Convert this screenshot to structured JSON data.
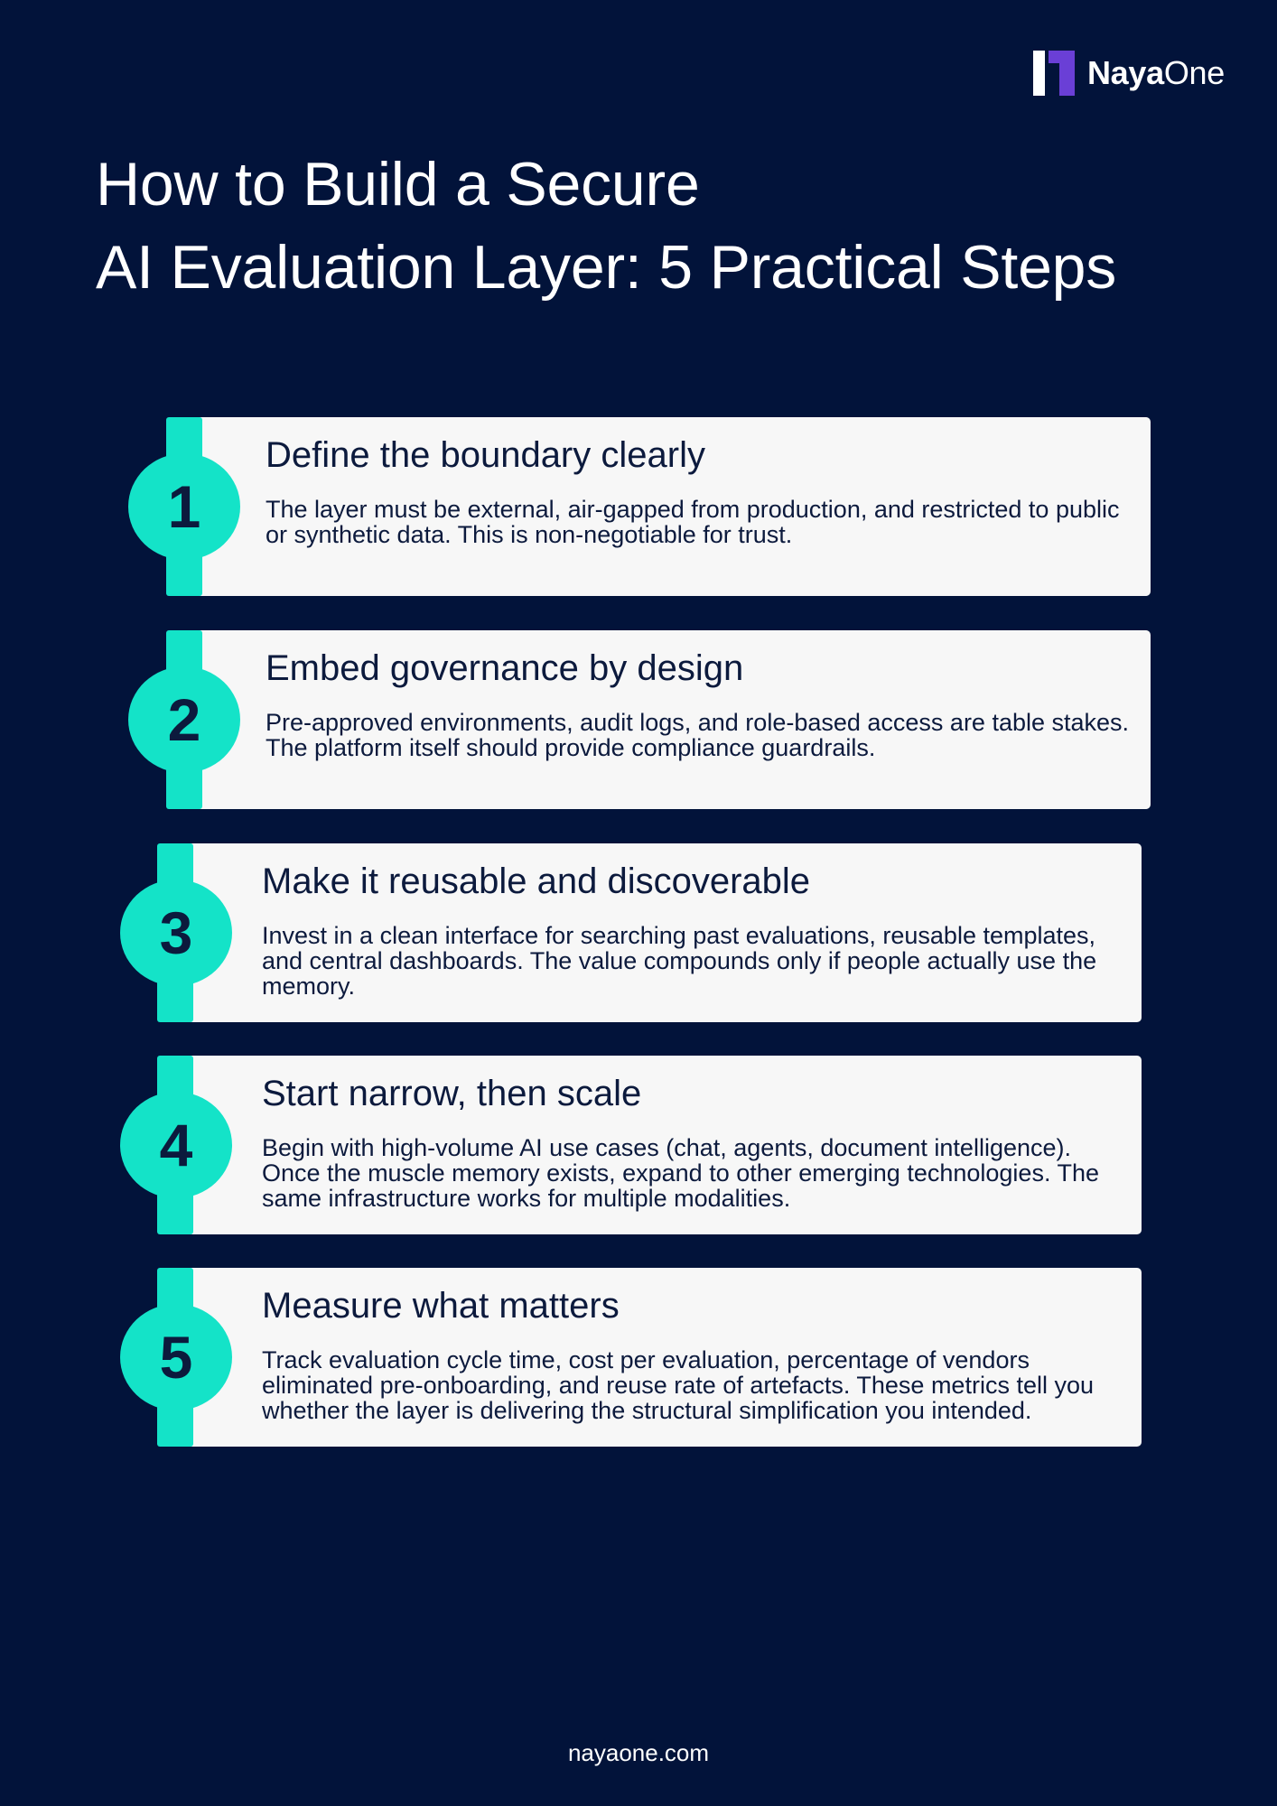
{
  "brand": {
    "name_bold": "Naya",
    "name_light": "One",
    "logo_icon": "nayaone-logo-icon",
    "colors": {
      "background": "#02133a",
      "accent": "#14e3c8",
      "logo_purple": "#6a3fd6",
      "card": "#f7f7f7",
      "text_dark": "#0c1a3d"
    }
  },
  "title": {
    "line1": "How to Build a Secure",
    "line2": "AI Evaluation Layer: 5 Practical Steps"
  },
  "steps": [
    {
      "number": "1",
      "title": "Define the boundary clearly",
      "description": "The layer must be external, air-gapped from production, and restricted to public or synthetic data. This is non-negotiable for trust."
    },
    {
      "number": "2",
      "title": "Embed governance by design",
      "description": "Pre-approved environments, audit logs, and role-based access are table stakes. The platform itself should provide compliance guardrails."
    },
    {
      "number": "3",
      "title": "Make it reusable and discoverable",
      "description": "Invest in a clean interface for searching past evaluations, reusable templates, and central dashboards. The value compounds only if people actually use the memory."
    },
    {
      "number": "4",
      "title": "Start narrow, then scale",
      "description": "Begin with high-volume AI use cases (chat, agents, document intelligence). Once the muscle memory exists, expand to other emerging technologies. The same infrastructure works for multiple modalities."
    },
    {
      "number": "5",
      "title": "Measure what matters",
      "description": "Track evaluation cycle time, cost per evaluation, percentage of vendors eliminated pre-onboarding, and reuse rate of artefacts. These metrics tell you whether the layer is delivering the structural simplification you intended."
    }
  ],
  "footer": {
    "url": "nayaone.com"
  }
}
